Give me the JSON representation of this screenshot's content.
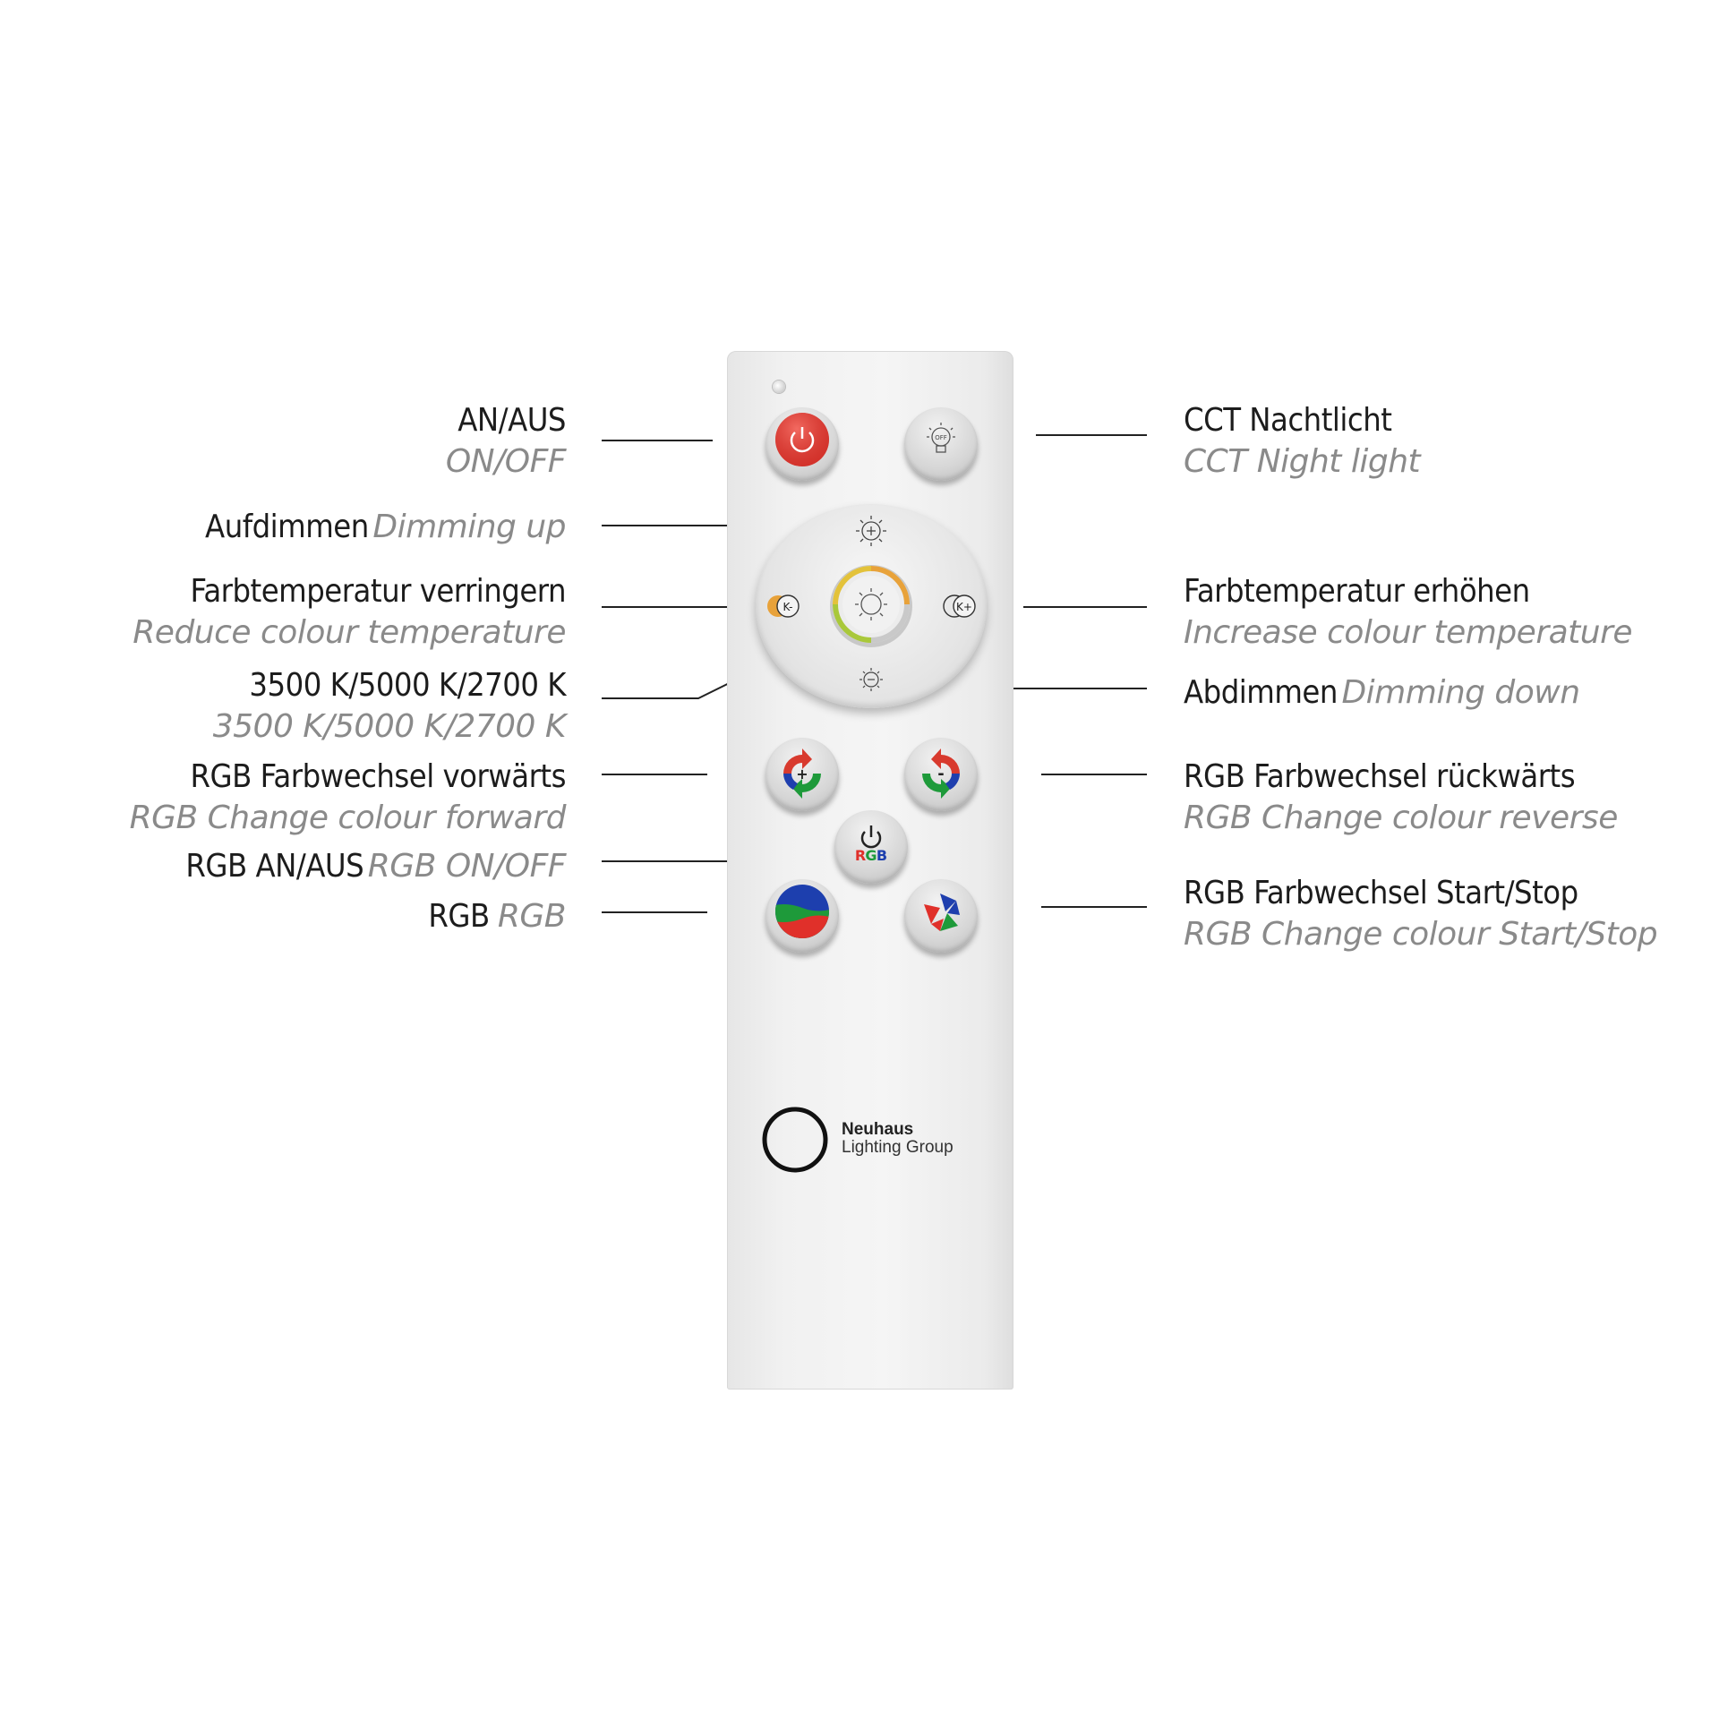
{
  "labels": {
    "on_off": {
      "de": "AN/AUS",
      "en": "ON/OFF"
    },
    "dimming_up": {
      "de": "Aufdimmen",
      "en": "Dimming up"
    },
    "reduce_temp": {
      "de": "Farbtemperatur verringern",
      "en": "Reduce colour temperature"
    },
    "cct_values": {
      "de": "3500 K/5000 K/2700 K",
      "en": "3500 K/5000 K/2700 K"
    },
    "rgb_forward": {
      "de": "RGB Farbwechsel vorwärts",
      "en": "RGB Change colour forward"
    },
    "rgb_on_off": {
      "de": "RGB AN/AUS",
      "en": "RGB ON/OFF"
    },
    "rgb": {
      "de": "RGB",
      "en": "RGB"
    },
    "cct_night": {
      "de": "CCT Nachtlicht",
      "en": "CCT Night light"
    },
    "increase_temp": {
      "de": "Farbtemperatur erhöhen",
      "en": "Increase colour temperature"
    },
    "dimming_down": {
      "de": "Abdimmen",
      "en": "Dimming down"
    },
    "rgb_reverse": {
      "de": "RGB Farbwechsel rückwärts",
      "en": "RGB Change colour reverse"
    },
    "rgb_start_stop": {
      "de": "RGB Farbwechsel Start/Stop",
      "en": "RGB Change colour Start/Stop"
    }
  },
  "remote": {
    "night_button_text": "OFF",
    "k_minus": "K-",
    "k_plus": "K+",
    "rgb_r": "R",
    "rgb_g": "G",
    "rgb_b": "B",
    "brand_line1": "Neuhaus",
    "brand_line2": "Lighting Group"
  },
  "colors": {
    "power_red": "#e03a32",
    "rgb_red": "#e0302a",
    "rgb_green": "#1c9a3a",
    "rgb_blue": "#1d3fae",
    "warm_orange": "#e8a23a",
    "cool_yellow": "#d9d93a"
  }
}
